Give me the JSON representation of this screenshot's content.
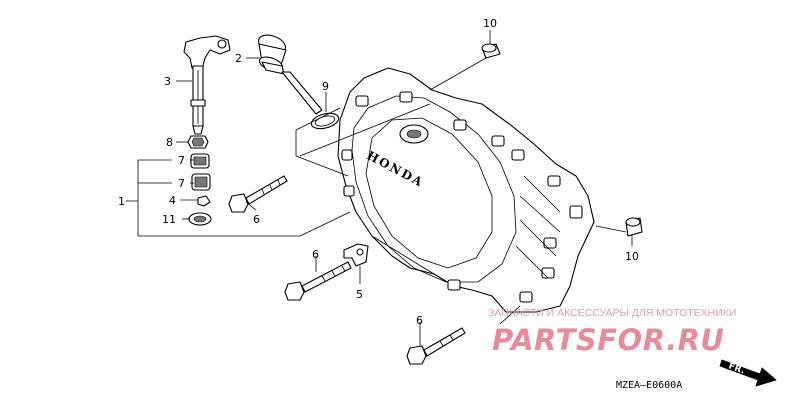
{
  "diagram": {
    "callouts": {
      "c1": "1",
      "c2": "2",
      "c3": "3",
      "c4": "4",
      "c5": "5",
      "c6a": "6",
      "c6b": "6",
      "c6c": "6",
      "c7a": "7",
      "c7b": "7",
      "c8": "8",
      "c9": "9",
      "c10a": "10",
      "c10b": "10",
      "c11": "11"
    },
    "cover_brand": "HONDA",
    "diagram_code": "MZEA—E0600A",
    "direction_label": "FR."
  },
  "watermark": {
    "caption": "ЗАПЧАСТИ И АКСЕССУАРЫ ДЛЯ МОТОТЕХНИКИ",
    "logo": "PARTSFOR.RU",
    "color": "#e58c9a"
  }
}
